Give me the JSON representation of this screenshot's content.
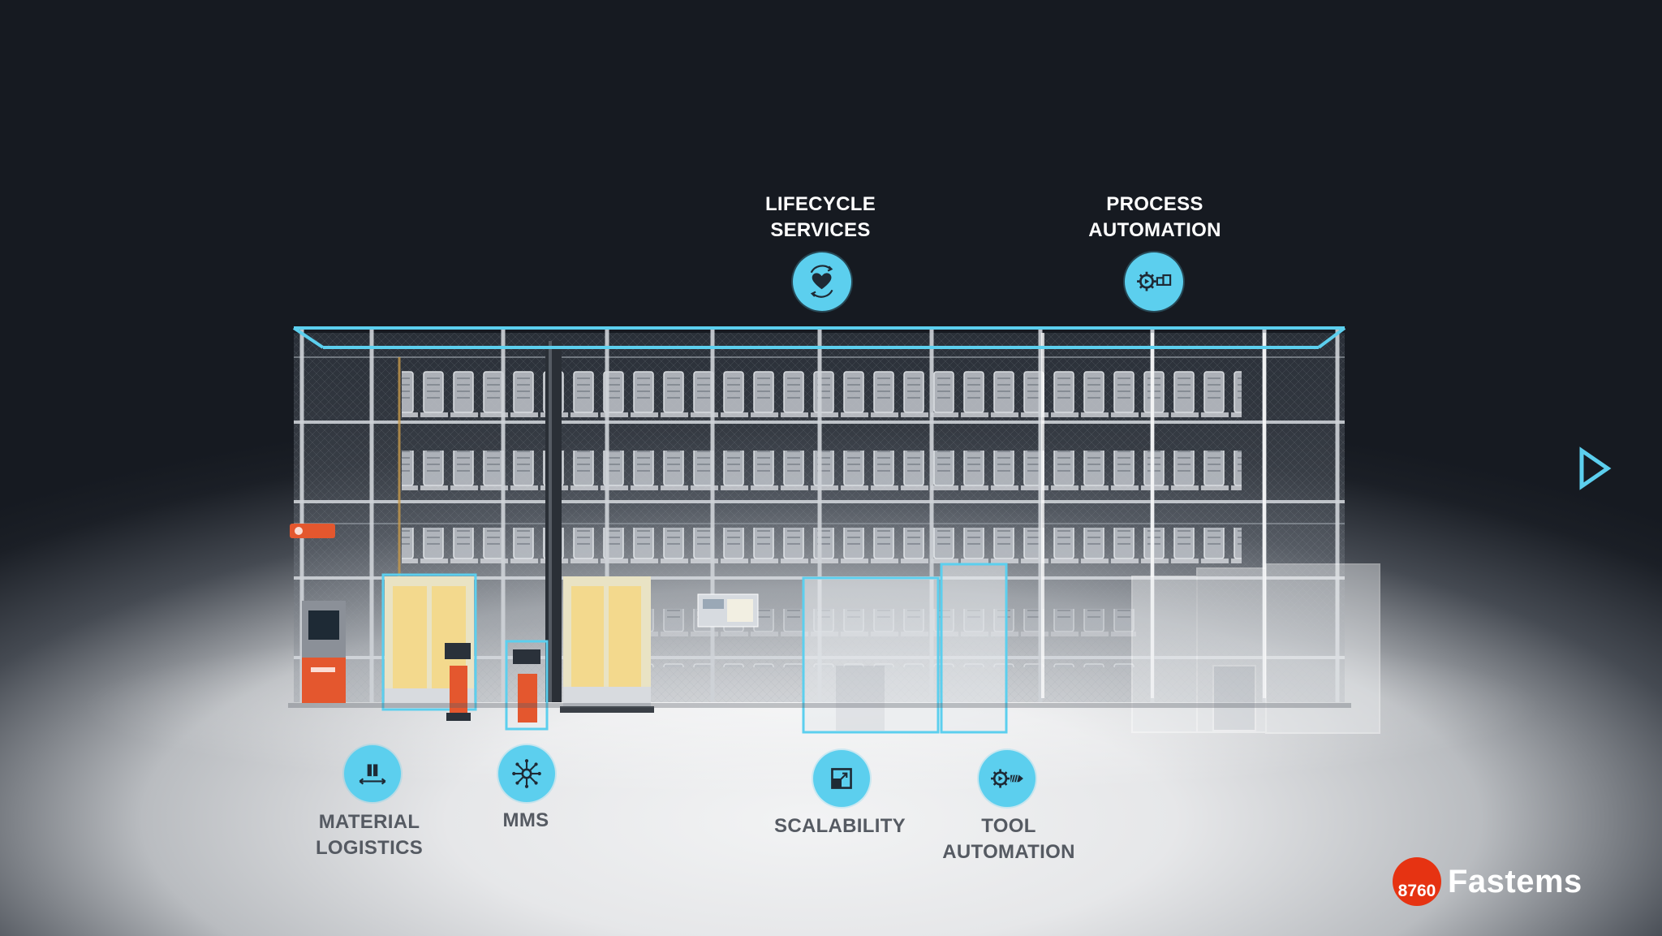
{
  "labels": {
    "lifecycle_services": [
      "LIFECYCLE",
      "SERVICES"
    ],
    "process_automation": [
      "PROCESS",
      "AUTOMATION"
    ],
    "material_logistics": [
      "MATERIAL",
      "LOGISTICS"
    ],
    "mms": [
      "MMS"
    ],
    "scalability": [
      "SCALABILITY"
    ],
    "tool_automation": [
      "TOOL",
      "AUTOMATION"
    ]
  },
  "icons": {
    "lifecycle_services": "heart-cycle-icon",
    "process_automation": "gear-process-icon",
    "material_logistics": "box-transfer-icon",
    "mms": "network-hub-icon",
    "scalability": "expand-square-icon",
    "tool_automation": "gear-drill-icon",
    "next": "play-triangle-icon"
  },
  "logo": {
    "number": "8760",
    "wordmark": "Fastems"
  },
  "colors": {
    "accent": "#5ccfee",
    "brand": "#e63312",
    "machine_orange": "#e4572e"
  }
}
